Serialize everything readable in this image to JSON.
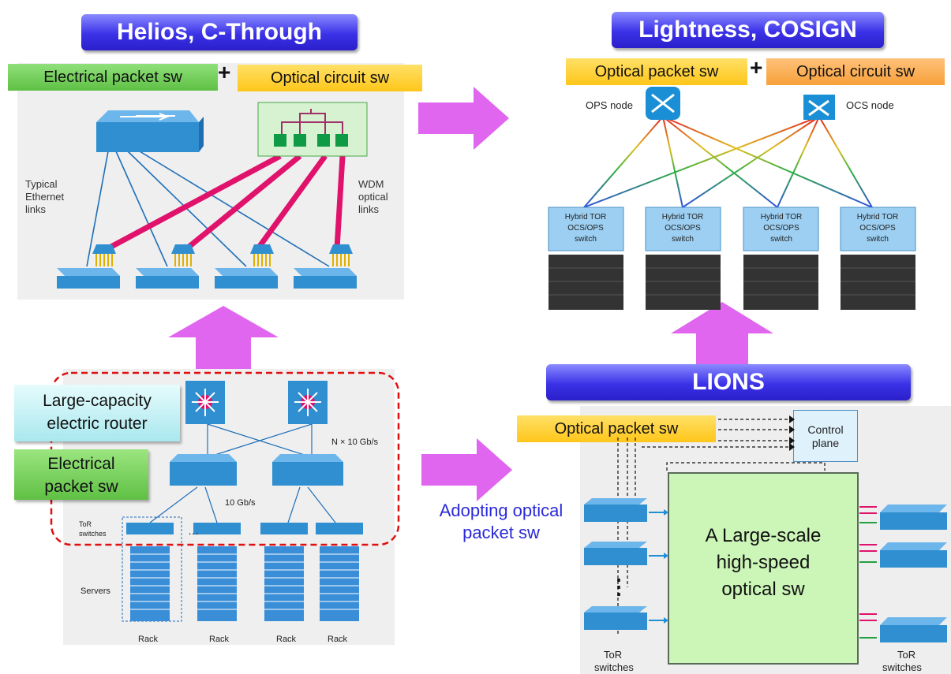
{
  "top_left": {
    "title": "Helios, C-Through",
    "label_left": "Electrical packet sw",
    "plus": "+",
    "label_right": "Optical circuit sw",
    "ethernet_note": [
      "Typical",
      "Ethernet",
      "links"
    ],
    "wdm_note": [
      "WDM",
      "optical",
      "links"
    ]
  },
  "top_right": {
    "title": "Lightness, COSIGN",
    "label_left": "Optical packet sw",
    "plus": "+",
    "label_right": "Optical circuit sw",
    "ops_node": "OPS node",
    "ocs_node": "OCS node",
    "tor_label": [
      "Hybrid TOR",
      "OCS/OPS",
      "switch"
    ]
  },
  "bottom_left": {
    "router_label": [
      "Large-capacity",
      "electric router"
    ],
    "eps_label": [
      "Electrical",
      "packet sw"
    ],
    "rate_upper": "N × 10 Gb/s",
    "rate_lower": "10 Gb/s",
    "tor_label": [
      "ToR",
      "switches"
    ],
    "servers_label": "Servers",
    "rack_label": "Rack"
  },
  "bottom_right": {
    "title": "LIONS",
    "label": "Optical packet sw",
    "control_plane": [
      "Control",
      "plane"
    ],
    "core_switch": [
      "A Large-scale",
      "high-speed",
      "optical sw"
    ],
    "tor_left": [
      "ToR",
      "switches"
    ],
    "tor_right": [
      "ToR",
      "switches"
    ]
  },
  "middle": {
    "adopting": [
      "Adopting optical",
      "packet sw"
    ]
  },
  "colors": {
    "arrow": "#e066ef",
    "badge": "#3b32e8",
    "green_label": "#7dd35c",
    "yellow_label": "#ffcc22",
    "orange_label": "#f7a84a",
    "switch_blue": "#2f8fd0",
    "red_link": "#e0126b",
    "red_dash": "#e01010"
  }
}
